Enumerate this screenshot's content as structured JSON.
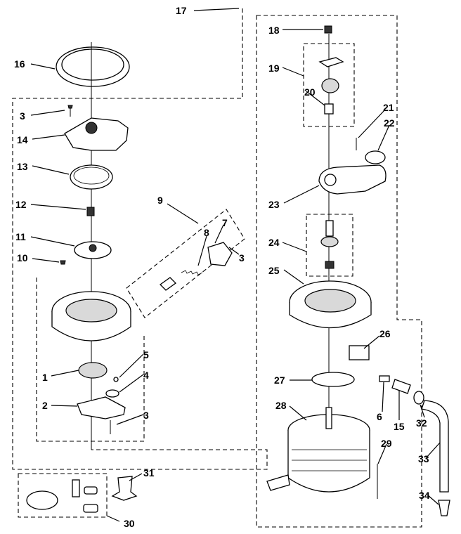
{
  "diagram": {
    "callouts": [
      "1",
      "2",
      "3",
      "3",
      "3",
      "4",
      "5",
      "6",
      "7",
      "8",
      "9",
      "10",
      "11",
      "12",
      "13",
      "14",
      "15",
      "16",
      "17",
      "18",
      "19",
      "20",
      "21",
      "22",
      "23",
      "24",
      "25",
      "26",
      "27",
      "28",
      "29",
      "30",
      "31",
      "32",
      "33",
      "34"
    ]
  },
  "labels": {
    "c1": "1",
    "c2": "2",
    "c3a": "3",
    "c3b": "3",
    "c3c": "3",
    "c4": "4",
    "c5": "5",
    "c6": "6",
    "c7": "7",
    "c8": "8",
    "c9": "9",
    "c10": "10",
    "c11": "11",
    "c12": "12",
    "c13": "13",
    "c14": "14",
    "c15": "15",
    "c16": "16",
    "c17": "17",
    "c18": "18",
    "c19": "19",
    "c20": "20",
    "c21": "21",
    "c22": "22",
    "c23": "23",
    "c24": "24",
    "c25": "25",
    "c26": "26",
    "c27": "27",
    "c28": "28",
    "c29": "29",
    "c30": "30",
    "c31": "31",
    "c32": "32",
    "c33": "33",
    "c34": "34"
  }
}
